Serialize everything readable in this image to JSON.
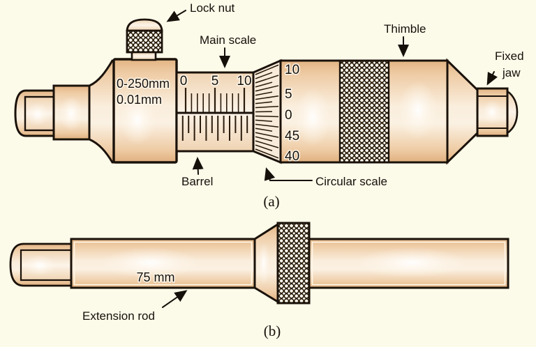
{
  "diagram": {
    "title_semantic": "inside micrometer with extension rod",
    "colors": {
      "background": "#FCFAE9",
      "outline": "#1A120A",
      "metal_edge": "#E2B483",
      "metal_light": "#FBF1E2",
      "knurl_brown": "#8A6430",
      "tick": "#2A1B0C"
    },
    "labels": {
      "lock_nut": "Lock nut",
      "main_scale": "Main scale",
      "thimble": "Thimble",
      "fixed_jaw_line1": "Fixed",
      "fixed_jaw_line2": "jaw",
      "barrel": "Barrel",
      "circular_scale": "Circular scale",
      "extension_rod": "Extension rod"
    },
    "captions": {
      "a": "(a)",
      "b": "(b)"
    },
    "body_markings": {
      "range": "0-250mm",
      "resolution": "0.01mm"
    },
    "rod_marking": "75 mm",
    "main_scale": {
      "numbers": [
        "0",
        "5",
        "10"
      ]
    },
    "circular_scale": {
      "numbers": [
        "10",
        "5",
        "0",
        "45",
        "40"
      ]
    }
  }
}
